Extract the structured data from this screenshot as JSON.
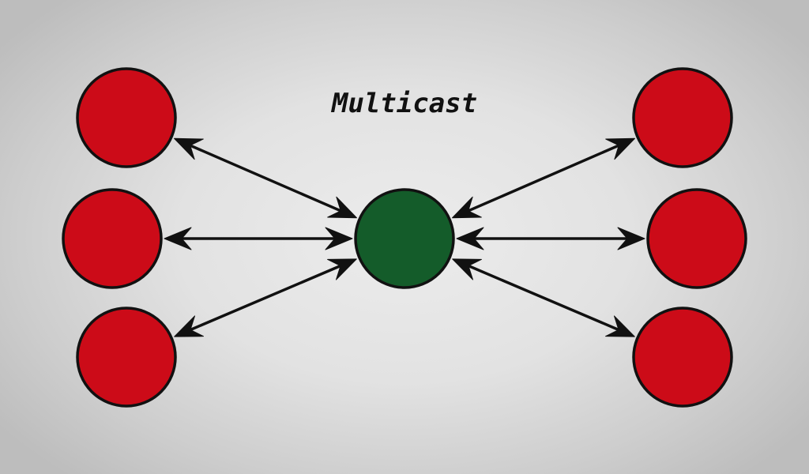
{
  "title": "Multicast",
  "colors": {
    "hub": "#145c2a",
    "peer": "#cc0b18",
    "stroke": "#111111"
  },
  "hub": {
    "name": "hub-node"
  },
  "peers": [
    {
      "name": "peer-node-left-top",
      "side": "left"
    },
    {
      "name": "peer-node-left-middle",
      "side": "left"
    },
    {
      "name": "peer-node-left-bottom",
      "side": "left"
    },
    {
      "name": "peer-node-right-top",
      "side": "right"
    },
    {
      "name": "peer-node-right-middle",
      "side": "right"
    },
    {
      "name": "peer-node-right-bottom",
      "side": "right"
    }
  ],
  "links": [
    {
      "name": "link-left-top",
      "peer": 0,
      "bidirectional": true
    },
    {
      "name": "link-left-middle",
      "peer": 1,
      "bidirectional": true
    },
    {
      "name": "link-left-bottom",
      "peer": 2,
      "bidirectional": true
    },
    {
      "name": "link-right-top",
      "peer": 3,
      "bidirectional": true
    },
    {
      "name": "link-right-middle",
      "peer": 4,
      "bidirectional": true
    },
    {
      "name": "link-right-bottom",
      "peer": 5,
      "bidirectional": true
    }
  ]
}
